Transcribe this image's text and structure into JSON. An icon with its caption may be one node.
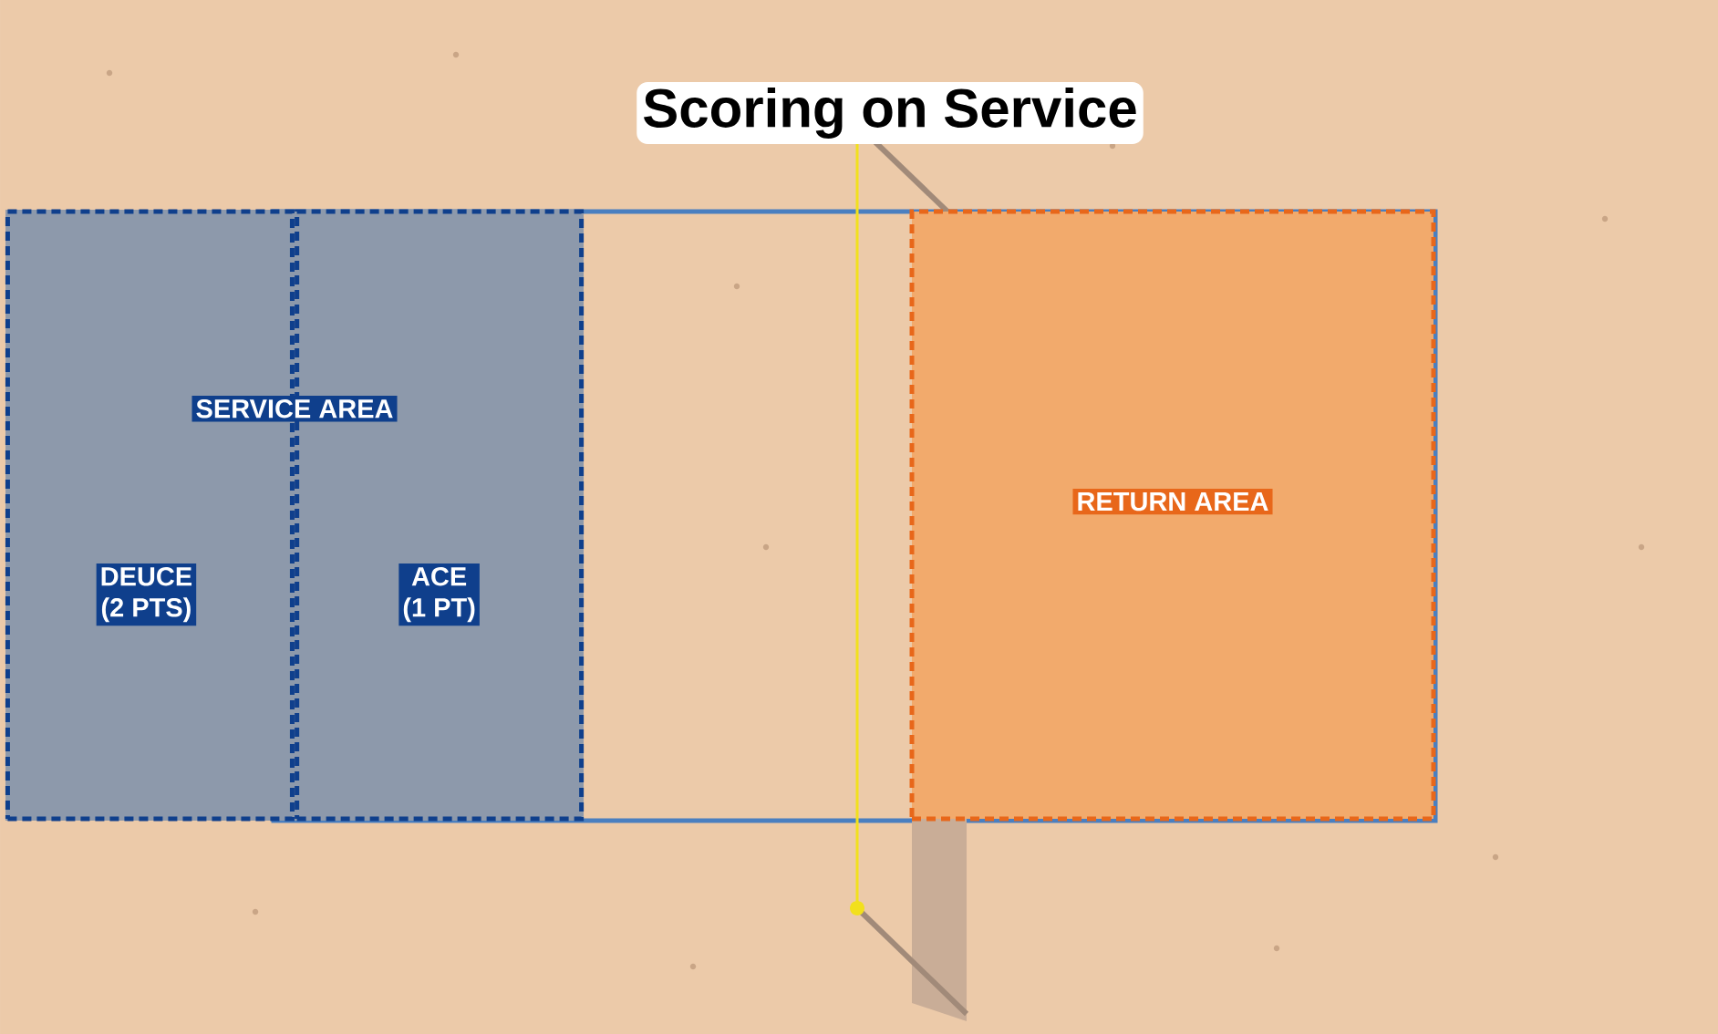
{
  "diagram": {
    "title": "Scoring on Service",
    "nodes": [
      {
        "text": [
          "SERVICE AREA"
        ]
      },
      {
        "text": [
          "DEUCE (2 PTS)"
        ],
        "in": 0
      },
      {
        "text": [
          "ACE (1 PT)"
        ],
        "in": 0
      },
      {
        "text": [
          "RETURN AREA"
        ]
      }
    ]
  }
}
